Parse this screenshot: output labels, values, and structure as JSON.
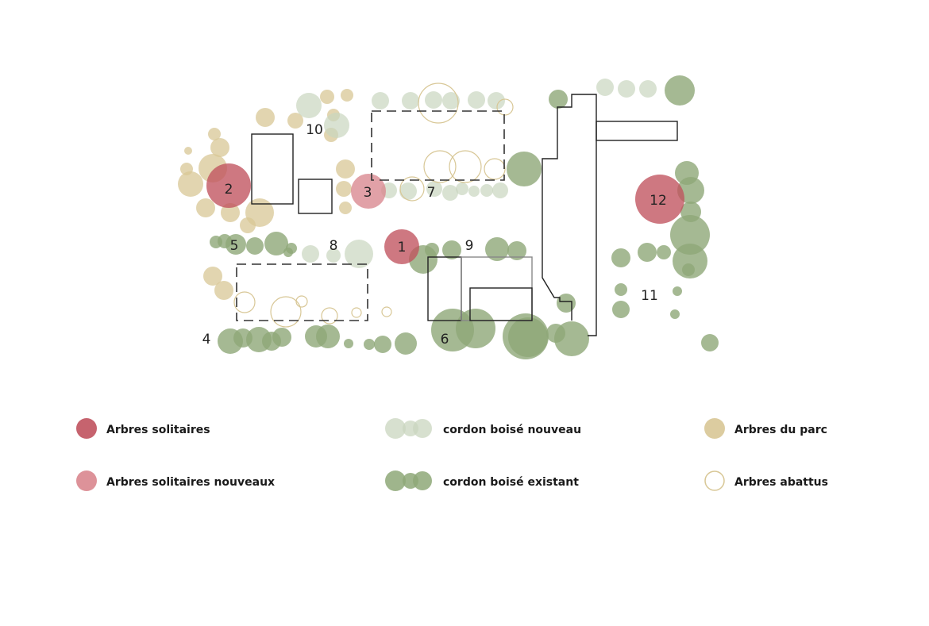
{
  "colors": {
    "solitaire": "#c0525e",
    "solitaire_nouveau": "#d9868e",
    "cordon_nouveau": "#c9d5bf",
    "cordon_existant": "#8ea878",
    "parc": "#d8c796",
    "abattus_stroke": "#d8c796",
    "building": "#222222"
  },
  "labels": {
    "n1": "1",
    "n2": "2",
    "n3": "3",
    "n4": "4",
    "n5": "5",
    "n6": "6",
    "n7": "7",
    "n8": "8",
    "n9": "9",
    "n10": "10",
    "n11": "11",
    "n12": "12"
  },
  "legend": {
    "solitaire": "Arbres solitaires",
    "solitaire_nouveau": "Arbres solitaires nouveaux",
    "cordon_nouveau": "cordon boisé nouveau",
    "cordon_existant": "cordon boisé existant",
    "parc": "Arbres du parc",
    "abattus": "Arbres abattus"
  }
}
